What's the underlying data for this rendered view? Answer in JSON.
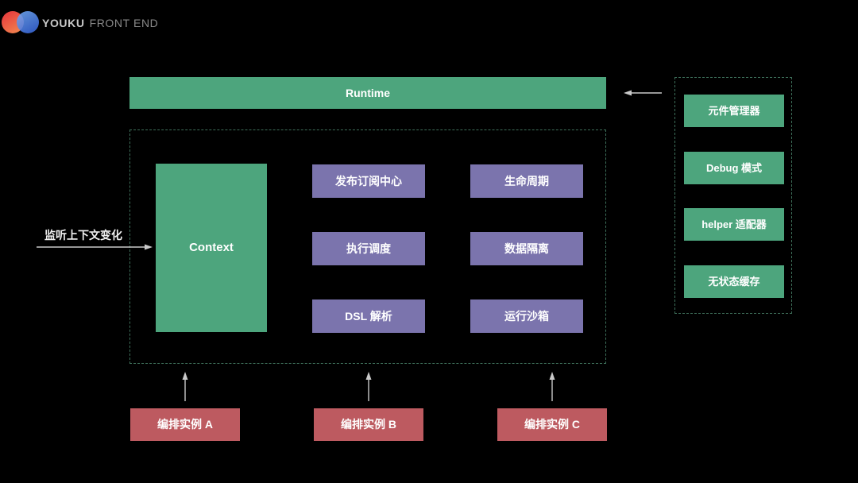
{
  "colors": {
    "background": "#000000",
    "green": "#4da57d",
    "purple": "#7b74ad",
    "red": "#bd5a60",
    "dash_border": "#3e6f5a",
    "arrow": "#c9c9c9",
    "brand_text": "#c9c9c9",
    "brand_suffix_text": "#8a8a8a"
  },
  "logo": {
    "brand": "YOUKU",
    "suffix": "FRONT END"
  },
  "runtime_bar": {
    "label": "Runtime"
  },
  "annotation": {
    "label": "监听上下文变化"
  },
  "core_panel": {
    "context_label": "Context",
    "modules": [
      "发布订阅中心",
      "生命周期",
      "执行调度",
      "数据隔离",
      "DSL 解析",
      "运行沙箱"
    ]
  },
  "side_panel": {
    "items": [
      "元件管理器",
      "Debug 模式",
      "helper 适配器",
      "无状态缓存"
    ]
  },
  "instances": [
    "编排实例 A",
    "编排实例 B",
    "编排实例 C"
  ]
}
